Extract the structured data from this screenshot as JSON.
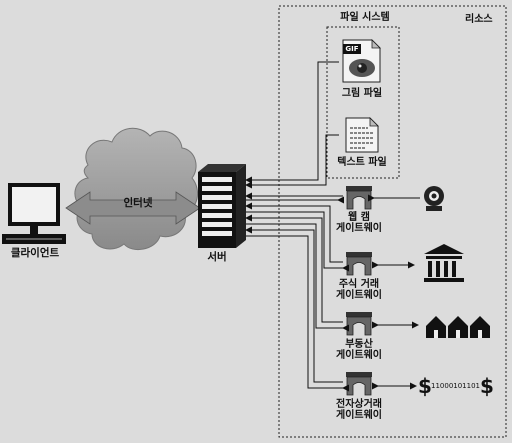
{
  "resources": {
    "title": "리소스"
  },
  "filesystem": {
    "title": "파일 시스템"
  },
  "image_file": {
    "label": "그림 파일",
    "badge": "GIF"
  },
  "text_file": {
    "label": "텍스트 파일"
  },
  "internet": {
    "label": "인터넷"
  },
  "client": {
    "label": "클라이언트"
  },
  "server": {
    "label": "서버"
  },
  "gateways": [
    {
      "line1": "웹 캠",
      "line2": "게이트웨이"
    },
    {
      "line1": "주식 거래",
      "line2": "게이트웨이"
    },
    {
      "line1": "부동산",
      "line2": "게이트웨이"
    },
    {
      "line1": "전자상거래",
      "line2": "게이트웨이"
    }
  ],
  "ecommerce": {
    "bits": "11000101101",
    "currency": "$"
  },
  "colors": {
    "background": "#dcdcdc",
    "ink": "#111111",
    "cloud": "#9a9a9a",
    "arrow_gray": "#8c8c8c"
  },
  "icons": [
    "monitor-icon",
    "server-rack-icon",
    "cloud-icon",
    "gateway-icon",
    "webcam-icon",
    "bank-icon",
    "houses-icon",
    "dollar-icon",
    "image-file-icon",
    "text-file-icon"
  ]
}
